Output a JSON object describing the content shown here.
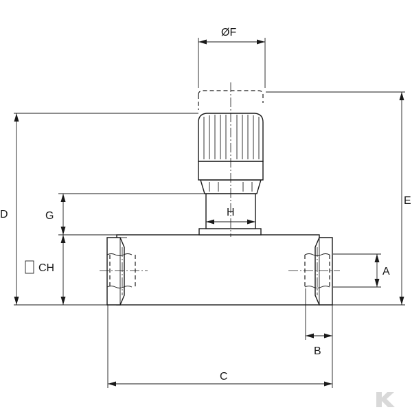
{
  "dimensions": {
    "diameter_f": "ØF",
    "d": "D",
    "e": "E",
    "g": "G",
    "h": "H",
    "ch": "CH",
    "a": "A",
    "b": "B",
    "c": "C"
  },
  "logo": {
    "name": "kramp-logo",
    "letter": "K"
  },
  "colors": {
    "line": "#1a1a1a",
    "background": "#ffffff",
    "logo": "#d9d9d9"
  }
}
